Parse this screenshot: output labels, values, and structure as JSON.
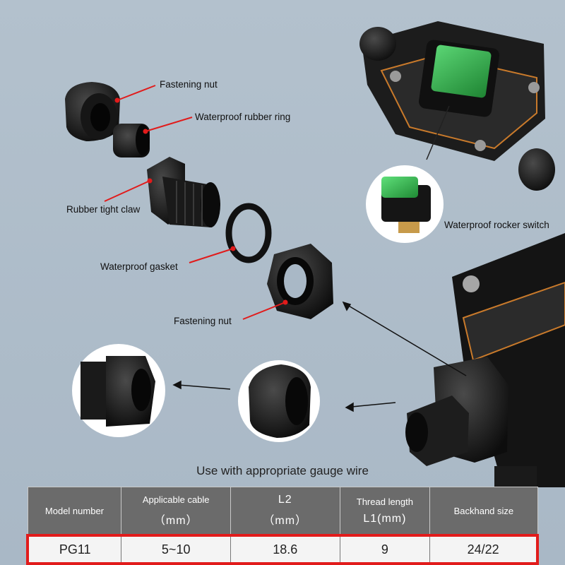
{
  "labels": {
    "fastening_nut_top": "Fastening nut",
    "rubber_ring": "Waterproof rubber ring",
    "rubber_claw": "Rubber tight claw",
    "gasket": "Waterproof gasket",
    "fastening_nut_bottom": "Fastening nut",
    "rocker_switch": "Waterproof rocker switch"
  },
  "subtitle": "Use with appropriate gauge wire",
  "table": {
    "headers": [
      {
        "line1": "Model number",
        "line2": ""
      },
      {
        "line1": "Applicable cable",
        "line2": "（mm）"
      },
      {
        "line1": "L2",
        "line2": "（mm）"
      },
      {
        "line1": "Thread length",
        "line2": "L1(mm)"
      },
      {
        "line1": "Backhand size",
        "line2": ""
      }
    ],
    "row": [
      "PG11",
      "5~10",
      "18.6",
      "9",
      "24/22"
    ]
  },
  "colors": {
    "background": "#afbecb",
    "accent_red": "#e11b1b",
    "switch_green": "#2fae45",
    "header_gray": "#6b6b6b"
  }
}
